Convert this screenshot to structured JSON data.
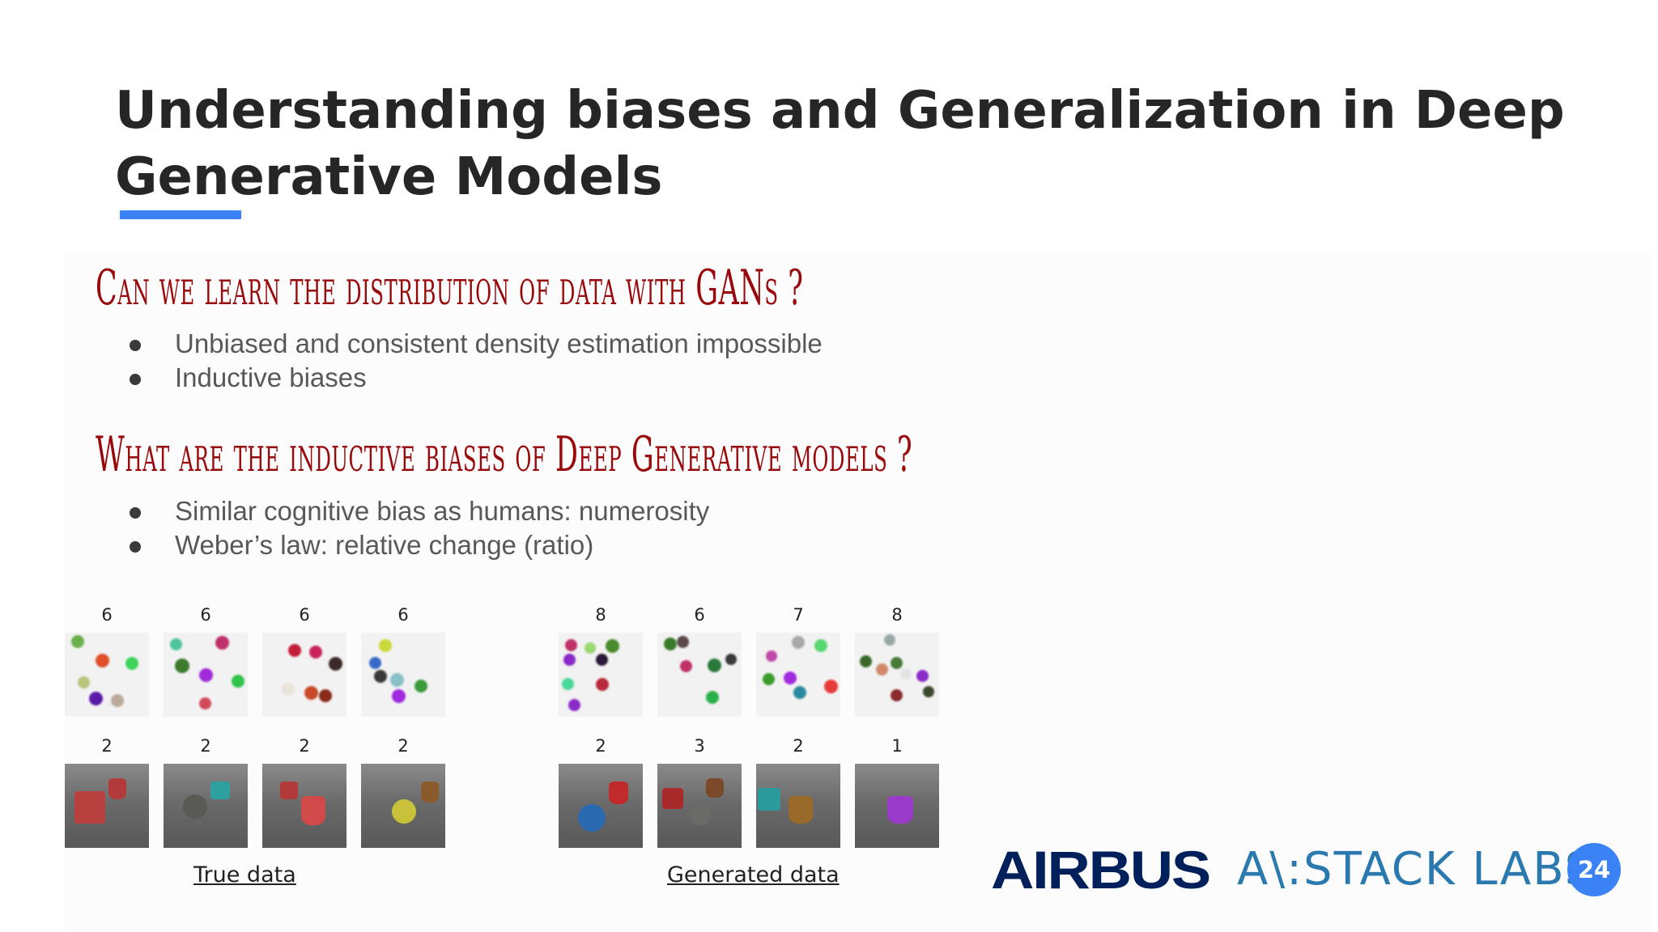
{
  "slide": {
    "title": "Understanding biases and Generalization in Deep Generative Models",
    "page_number": "24"
  },
  "section1": {
    "heading": "Can we learn the distribution of data with GANs ?",
    "bullets": [
      "Unbiased and consistent density estimation impossible",
      "Inductive biases"
    ]
  },
  "section2": {
    "heading": "What are the inductive biases of Deep Generative models ?",
    "bullets": [
      "Similar cognitive bias as humans: numerosity",
      "Weber’s law: relative change (ratio)"
    ]
  },
  "figure": {
    "true_data": {
      "caption": "True data",
      "dot_counts": [
        "6",
        "6",
        "6",
        "6"
      ],
      "object_counts": [
        "2",
        "2",
        "2",
        "2"
      ]
    },
    "generated_data": {
      "caption": "Generated  data",
      "dot_counts": [
        "8",
        "6",
        "7",
        "8"
      ],
      "object_counts": [
        "2",
        "3",
        "2",
        "1"
      ]
    }
  },
  "logos": {
    "airbus": "AIRBUS",
    "stack_labs": "A\\:STACK LABS"
  }
}
